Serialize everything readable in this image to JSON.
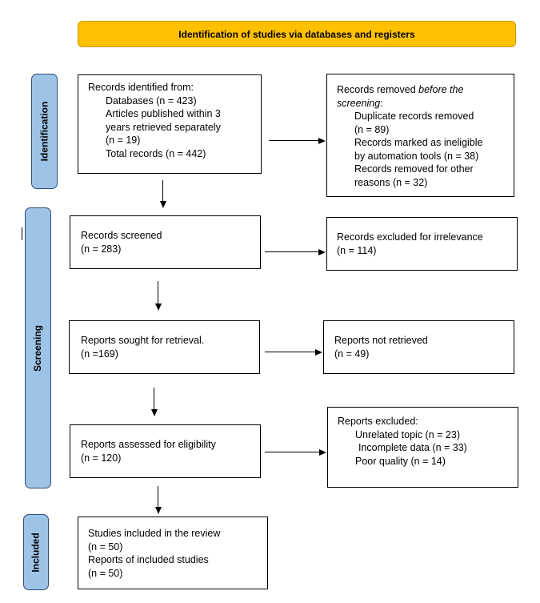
{
  "header": {
    "title": "Identification of studies via databases and registers"
  },
  "phases": {
    "identification": "Identification",
    "screening": "Screening",
    "included": "Included"
  },
  "boxes": {
    "records_identified": {
      "heading": "Records identified from:",
      "lines": [
        "Databases (n = 423)",
        "Articles published within 3",
        "years retrieved separately",
        "(n = 19)",
        "Total records (n = 442)"
      ]
    },
    "records_removed": {
      "heading_pre": "Records removed ",
      "heading_em": "before the",
      "heading_em2": "screening",
      "heading_post": ":",
      "lines": [
        "Duplicate records removed",
        "(n = 89)",
        "Records marked as ineligible",
        "by automation tools (n = 38)",
        "Records removed for other",
        "reasons (n = 32)"
      ]
    },
    "records_screened": {
      "line1": "Records screened",
      "line2": "(n = 283)"
    },
    "records_excluded": {
      "line1": "Records excluded for irrelevance",
      "line2": "(n = 114)"
    },
    "reports_sought": {
      "line1": "Reports sought for retrieval.",
      "line2": "(n =169)"
    },
    "reports_not_retrieved": {
      "line1": "Reports not retrieved",
      "line2": "(n = 49)"
    },
    "reports_assessed": {
      "line1": "Reports assessed for eligibility",
      "line2": "(n = 120)"
    },
    "reports_excluded": {
      "heading": "Reports excluded:",
      "lines": [
        "Unrelated topic (n = 23)",
        "Incomplete data (n = 33)",
        "Poor quality (n = 14)"
      ]
    },
    "studies_included": {
      "lines": [
        "Studies included in the review",
        "(n = 50)",
        "Reports of included studies",
        "(n = 50)"
      ]
    }
  }
}
